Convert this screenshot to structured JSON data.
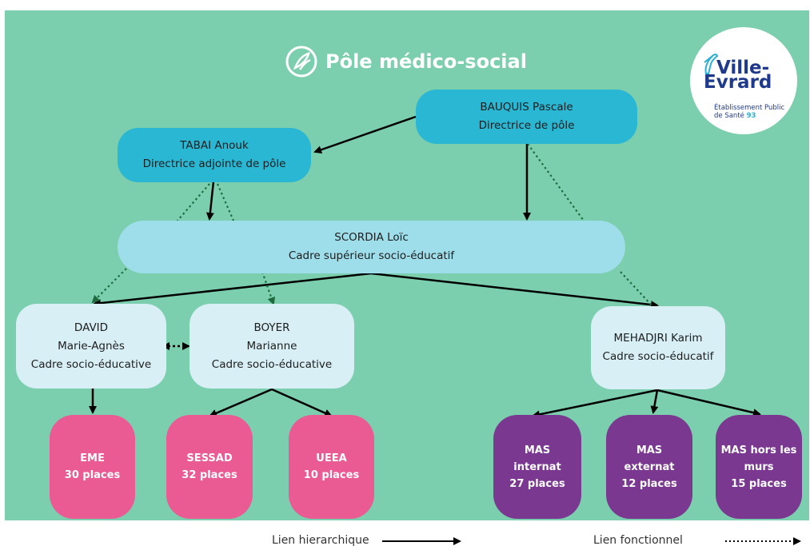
{
  "title": "Pôle médico-social",
  "logo": {
    "line1": "Ville-",
    "line2": "Evrard",
    "line3": "Établissement Public",
    "line4": "de Santé",
    "line4_num": "93"
  },
  "nodes": {
    "director": {
      "name": "BAUQUIS Pascale",
      "role": "Directrice de pôle"
    },
    "deputy": {
      "name": "TABAI Anouk",
      "role": "Directrice adjointe de pôle"
    },
    "senior": {
      "name": "SCORDIA Loïc",
      "role": "Cadre supérieur socio-éducatif"
    },
    "david": {
      "line1": "DAVID",
      "line2": "Marie-Agnès",
      "line3": "Cadre socio-éducative"
    },
    "boyer": {
      "line1": "BOYER",
      "line2": "Marianne",
      "line3": "Cadre socio-éducative"
    },
    "mehadjri": {
      "line1": "MEHADJRI Karim",
      "line2": "Cadre socio-éducatif"
    }
  },
  "units": {
    "eme": {
      "name": "EME",
      "places": "30 places"
    },
    "sessad": {
      "name": "SESSAD",
      "places": "32 places"
    },
    "ueea": {
      "name": "UEEA",
      "places": "10 places"
    },
    "mas_internat": {
      "line1": "MAS",
      "line2": "internat",
      "line3": "27 places"
    },
    "mas_externat": {
      "line1": "MAS",
      "line2": "externat",
      "line3": "12 places"
    },
    "mas_hors": {
      "line1": "MAS hors les",
      "line2": "murs",
      "line3": "15 places"
    }
  },
  "legend": {
    "hierarchical": "Lien hierarchique",
    "functional": "Lien fonctionnel"
  },
  "colors": {
    "background": "#7ccfae",
    "director": "#29b7d3",
    "senior": "#9ddeea",
    "managers": "#d7eff5",
    "unit_pink": "#ea5a93",
    "unit_purple": "#7b3891"
  }
}
